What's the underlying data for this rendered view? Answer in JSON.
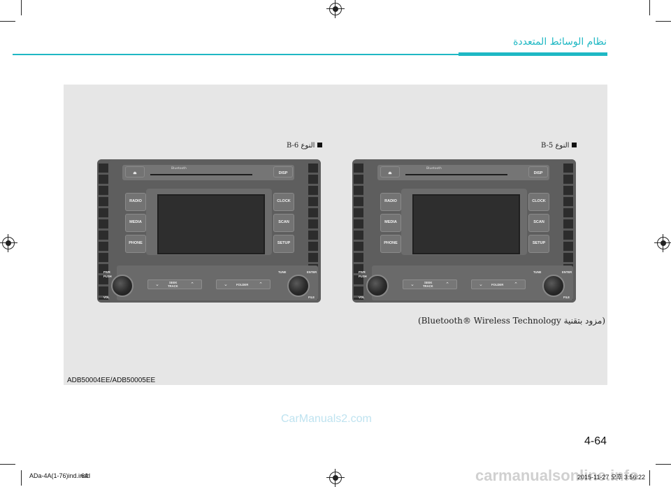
{
  "header": {
    "section_title": "نظام الوسائط المتعددة",
    "accent_color": "#1fb8c4"
  },
  "figure": {
    "left_caption": "النوع B-6",
    "right_caption": "النوع B-5",
    "note": "(Bluetooth® Wireless Technology مزود بتقنية)",
    "figure_code": "ADB50004EE/ADB50005EE"
  },
  "radio": {
    "bluetooth_label": "Bluetooth",
    "eject_symbol": "⏏",
    "disp": "DISP",
    "left_buttons": [
      "RADIO",
      "MEDIA",
      "PHONE"
    ],
    "right_buttons": [
      "CLOCK",
      "SCAN",
      "SETUP"
    ],
    "pwr": "PWR",
    "push": "PUSH",
    "vol": "VOL",
    "seek_top": "SEEK",
    "seek_bottom": "TRACK",
    "folder": "FOLDER",
    "tune": "TUNE",
    "enter": "ENTER",
    "file": "FILE"
  },
  "footer": {
    "page_number": "4-64",
    "watermark": "CarManuals2.com",
    "slug_file": "ADa-4A(1-76)ind.indd",
    "slug_page": "64",
    "slug_date": "2015-11-27   오후 3:56:22",
    "site_mark": "carmanualsonline.info"
  }
}
